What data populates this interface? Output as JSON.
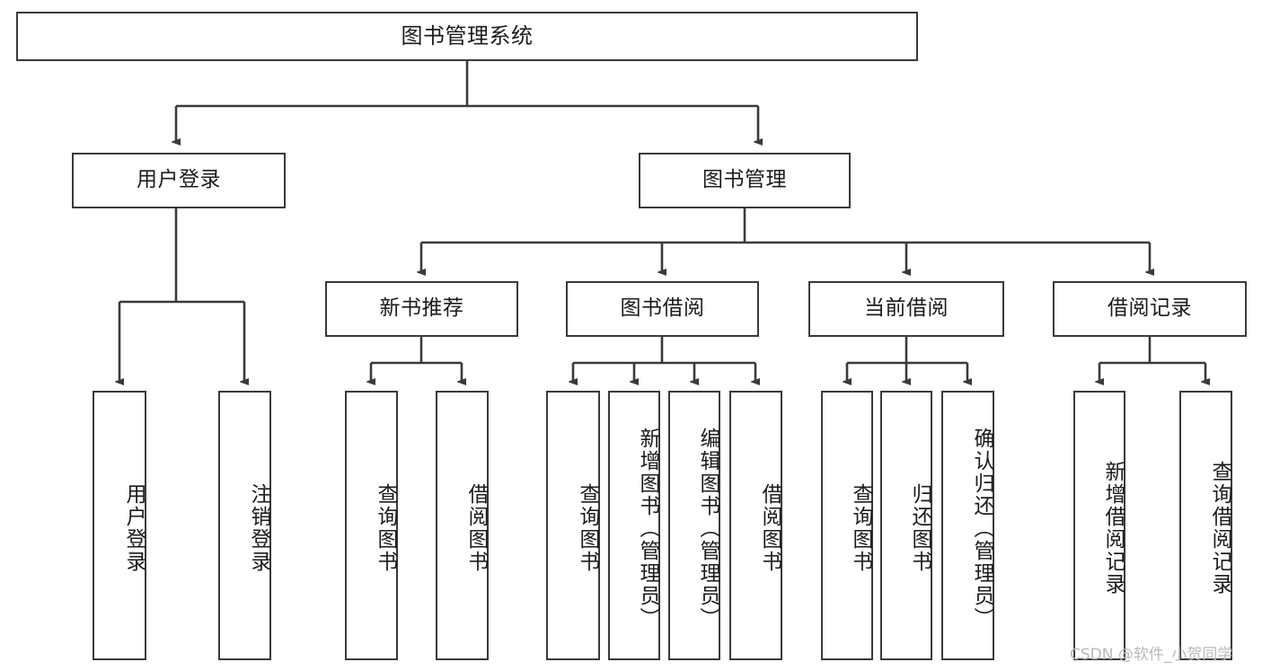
{
  "diagram": {
    "title": "图书管理系统",
    "stroke_color": "#3a3a3a",
    "text_color": "#1b1b1b",
    "background": "#ffffff",
    "root": {
      "label": "图书管理系统"
    },
    "level2": [
      {
        "label": "用户登录"
      },
      {
        "label": "图书管理"
      }
    ],
    "level3": [
      {
        "label": "新书推荐"
      },
      {
        "label": "图书借阅"
      },
      {
        "label": "当前借阅"
      },
      {
        "label": "借阅记录"
      }
    ],
    "leaves": {
      "user_login": [
        {
          "label": "用户登录"
        },
        {
          "label": "注销登录"
        }
      ],
      "new_book": [
        {
          "label": "查询图书"
        },
        {
          "label": "借阅图书"
        }
      ],
      "book_borrow": [
        {
          "label": "查询图书"
        },
        {
          "label": "新增图书（管理员）"
        },
        {
          "label": "编辑图书（管理员）"
        },
        {
          "label": "借阅图书"
        }
      ],
      "current_borrow": [
        {
          "label": "查询图书"
        },
        {
          "label": "归还图书"
        },
        {
          "label": "确认归还（管理员）"
        }
      ],
      "borrow_record": [
        {
          "label": "新增借阅记录"
        },
        {
          "label": "查询借阅记录"
        }
      ]
    }
  },
  "watermark": {
    "text": "CSDN @软件_小贺同学"
  }
}
